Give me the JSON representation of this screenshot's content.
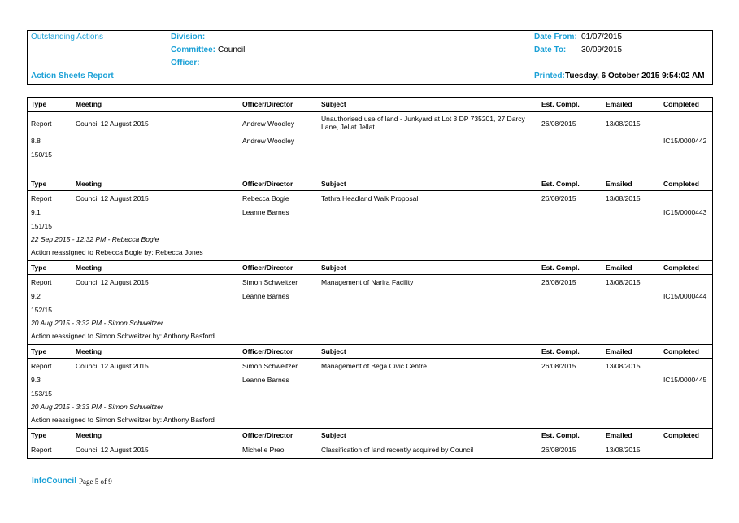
{
  "header": {
    "report_type": "Outstanding Actions",
    "report_name": "Action Sheets Report",
    "division_label": "Division:",
    "division_value": "",
    "committee_label": "Committee:",
    "committee_value": "Council",
    "officer_label": "Officer:",
    "officer_value": "",
    "date_from_label": "Date From:",
    "date_from_value": "01/07/2015",
    "date_to_label": "Date To:",
    "date_to_value": "30/09/2015",
    "printed_label": "Printed:",
    "printed_value": "Tuesday, 6 October 2015  9:54:02 AM"
  },
  "columns": {
    "type": "Type",
    "meeting": "Meeting",
    "officer": "Officer/Director",
    "subject": "Subject",
    "est_compl": "Est. Compl.",
    "emailed": "Emailed",
    "completed": "Completed"
  },
  "actions": [
    {
      "type": "Report",
      "item": "8.8",
      "resolution": "150/15",
      "meeting": "Council 12 August 2015",
      "officer": "Andrew Woodley",
      "director": "Andrew Woodley",
      "subject": "Unauthorised use of land - Junkyard at Lot 3 DP 735201, 27 Darcy Lane, Jellat Jellat",
      "est_compl": "26/08/2015",
      "emailed": "13/08/2015",
      "completed": "IC15/0000442",
      "note_header": "",
      "note_text": ""
    },
    {
      "type": "Report",
      "item": "9.1",
      "resolution": "151/15",
      "meeting": "Council 12 August 2015",
      "officer": "Rebecca Bogie",
      "director": "Leanne Barnes",
      "subject": "Tathra Headland Walk Proposal",
      "est_compl": "26/08/2015",
      "emailed": "13/08/2015",
      "completed": "IC15/0000443",
      "note_header": "22 Sep 2015 - 12:32 PM - Rebecca Bogie",
      "note_text": "Action reassigned to Rebecca Bogie by: Rebecca Jones"
    },
    {
      "type": "Report",
      "item": "9.2",
      "resolution": "152/15",
      "meeting": "Council 12 August 2015",
      "officer": "Simon Schweitzer",
      "director": "Leanne Barnes",
      "subject": "Management of Narira Facility",
      "est_compl": "26/08/2015",
      "emailed": "13/08/2015",
      "completed": "IC15/0000444",
      "note_header": "20 Aug 2015 - 3:32 PM - Simon Schweitzer",
      "note_text": "Action reassigned to Simon Schweitzer by: Anthony Basford"
    },
    {
      "type": "Report",
      "item": "9.3",
      "resolution": "153/15",
      "meeting": "Council 12 August 2015",
      "officer": "Simon Schweitzer",
      "director": "Leanne Barnes",
      "subject": "Management of Bega Civic Centre",
      "est_compl": "26/08/2015",
      "emailed": "13/08/2015",
      "completed": "IC15/0000445",
      "note_header": "20 Aug 2015 - 3:33 PM - Simon Schweitzer",
      "note_text": "Action reassigned to Simon Schweitzer by: Anthony Basford"
    },
    {
      "type": "Report",
      "item": "",
      "resolution": "",
      "meeting": "Council 12 August 2015",
      "officer": "Michelle Preo",
      "director": "",
      "subject": "Classification of land recently acquired by Council",
      "est_compl": "26/08/2015",
      "emailed": "13/08/2015",
      "completed": "",
      "note_header": "",
      "note_text": ""
    }
  ],
  "footer": {
    "app_name": "InfoCouncil",
    "page_text": "Page 5 of 9"
  }
}
